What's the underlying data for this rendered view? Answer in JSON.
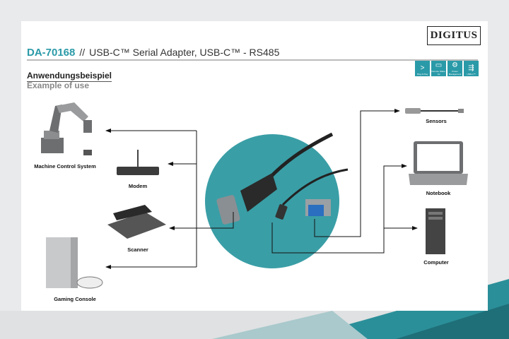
{
  "brand": "DIGITUS",
  "header": {
    "code": "DA-70168",
    "separator": "//",
    "product": "USB-C™ Serial Adapter, USB-C™ - RS485"
  },
  "section": {
    "title_de": "Anwendungsbeispiel",
    "title_en": "Example of use"
  },
  "features": [
    {
      "icon": "plug-and-play-icon",
      "label": "Plug & Play"
    },
    {
      "icon": "remote-wake-up-icon",
      "label": "Remote Wake-Up"
    },
    {
      "icon": "power-management-icon",
      "label": "Power Management"
    },
    {
      "icon": "usb-icon",
      "label": "USB-C™"
    }
  ],
  "devices_left": [
    "Machine Control System",
    "Modem",
    "Scanner",
    "Gaming Console"
  ],
  "devices_right": [
    "Sensors",
    "Notebook",
    "Computer"
  ],
  "colors": {
    "accent": "#2a9aa8",
    "circle": "#3a9ea6",
    "background": "#e9eaeb"
  }
}
